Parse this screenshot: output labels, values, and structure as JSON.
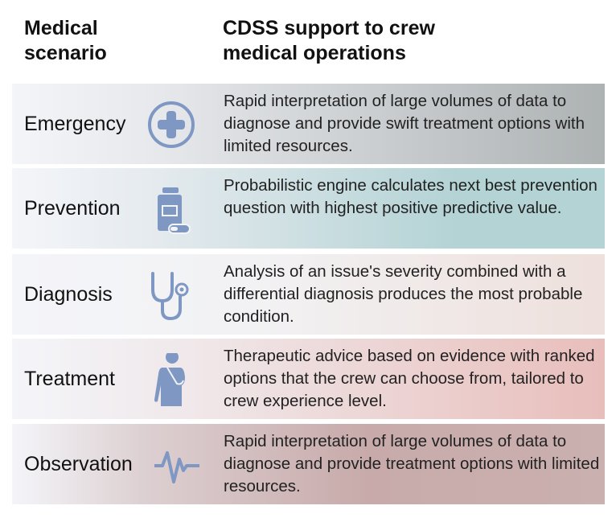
{
  "header": {
    "scenario_title": "Medical scenario",
    "support_title": "CDSS support to crew medical operations"
  },
  "icon_color": "#7f97c3",
  "rows": [
    {
      "label": "Emergency",
      "icon": "medical-cross-icon",
      "description": "Rapid interpretation of large volumes of data to diagnose and provide swift treatment options with limited resources.",
      "color": "#adb2b3"
    },
    {
      "label": "Prevention",
      "icon": "pill-bottle-icon",
      "description": "Probabilistic engine calculates next best prevention question with highest positive predictive value.",
      "color": "#b4d3d5"
    },
    {
      "label": "Diagnosis",
      "icon": "stethoscope-icon",
      "description": "Analysis of an issue's severity combined with a differential diagnosis produces the most probable condition.",
      "color": "#eee0dc"
    },
    {
      "label": "Treatment",
      "icon": "person-arm-sling-icon",
      "description": "Therapeutic advice based on evidence with ranked options that the crew can choose from, tailored to crew experience level.",
      "color": "#e8bebb"
    },
    {
      "label": "Observation",
      "icon": "heartbeat-icon",
      "description": "Rapid interpretation of large volumes of data to diagnose and provide treatment options with limited resources.",
      "color": "#c8aaaa"
    }
  ]
}
